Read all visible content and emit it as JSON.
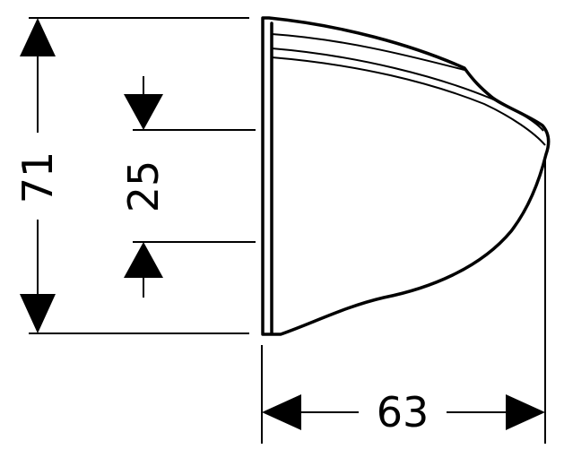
{
  "dimensions": {
    "height": "71",
    "offset": "25",
    "width": "63"
  },
  "colors": {
    "ink": "#000000",
    "paper": "#ffffff"
  }
}
